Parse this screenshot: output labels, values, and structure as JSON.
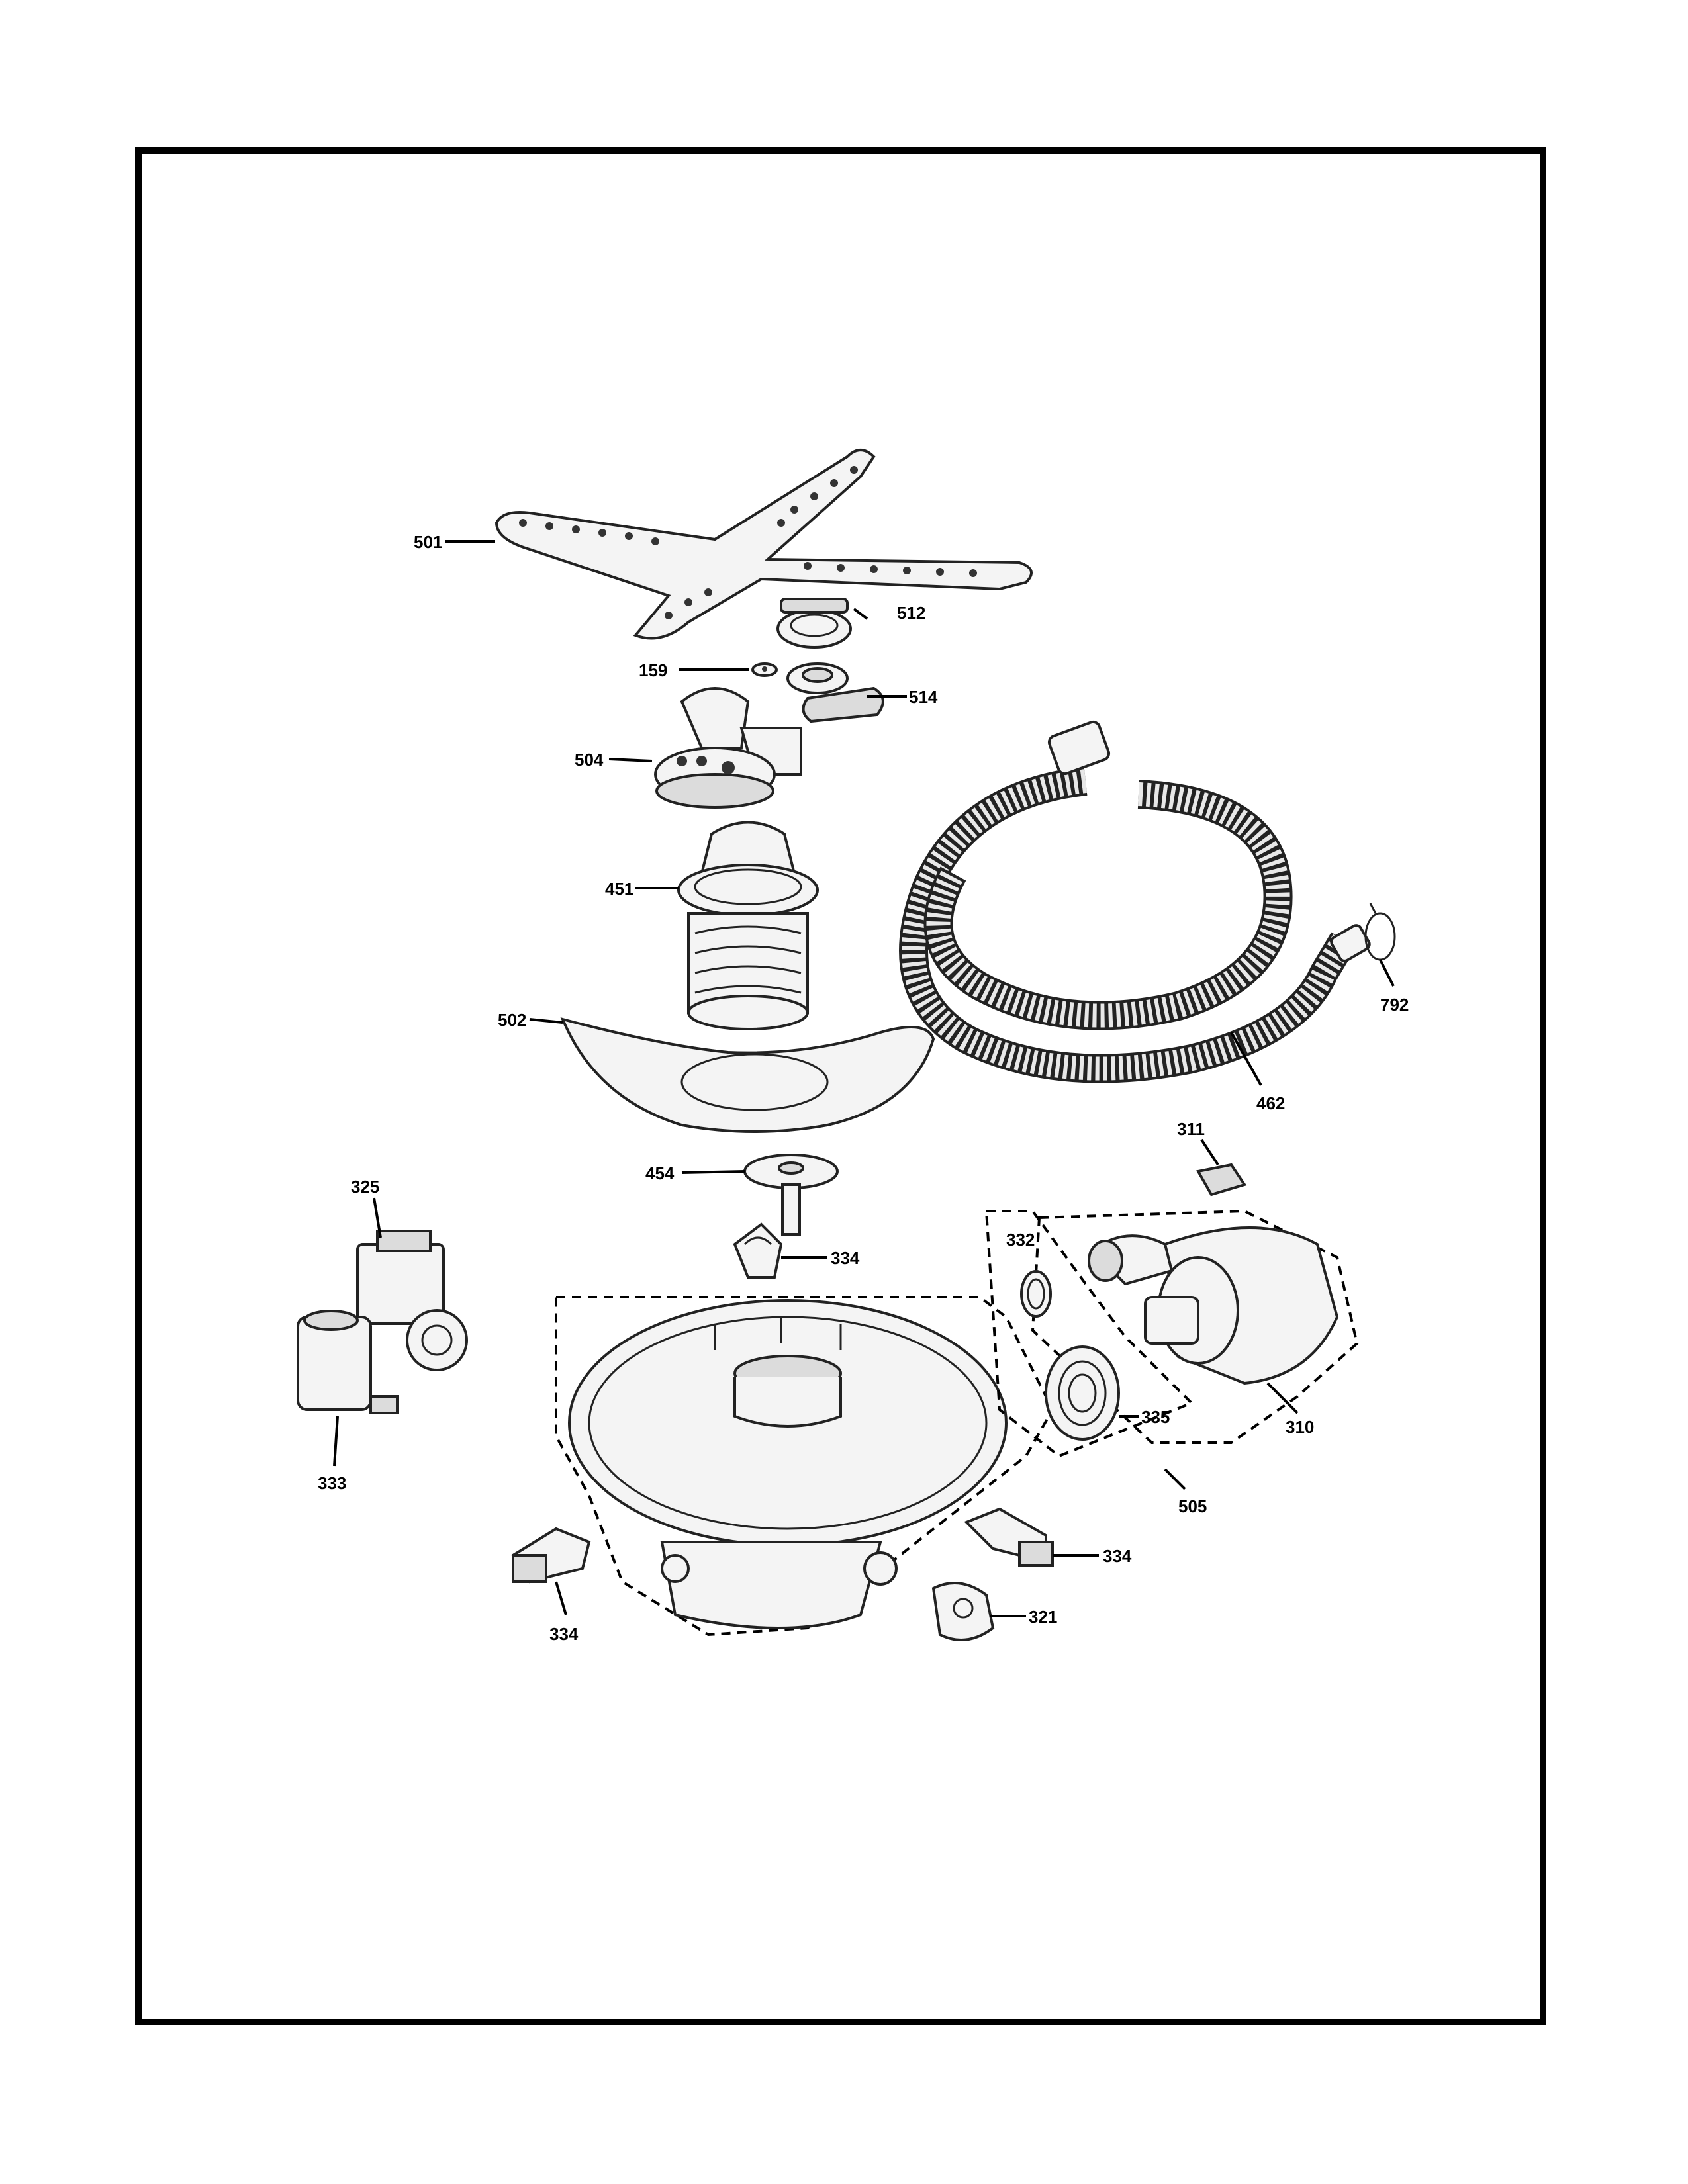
{
  "callouts": {
    "c501": "501",
    "c512": "512",
    "c159": "159",
    "c514": "514",
    "c504": "504",
    "c451": "451",
    "c792": "792",
    "c502": "502",
    "c462": "462",
    "c311": "311",
    "c454": "454",
    "c325": "325",
    "c332": "332",
    "c334a": "334",
    "c333": "333",
    "c335": "335",
    "c310": "310",
    "c505": "505",
    "c334b": "334",
    "c334c": "334",
    "c321": "321"
  }
}
